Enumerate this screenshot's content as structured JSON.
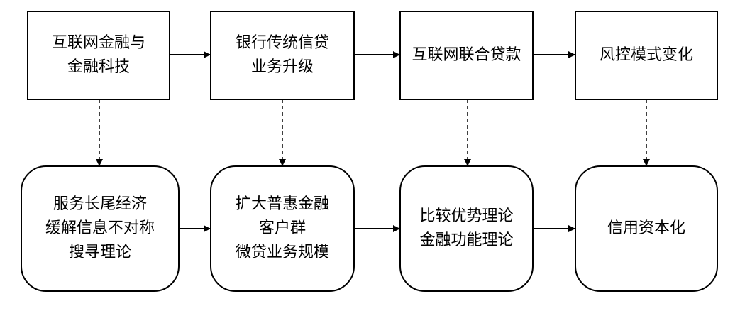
{
  "top_row": [
    {
      "lines": [
        "互联网金融与",
        "金融科技"
      ]
    },
    {
      "lines": [
        "银行传统信贷",
        "业务升级"
      ]
    },
    {
      "lines": [
        "互联网联合贷款"
      ]
    },
    {
      "lines": [
        "风控模式变化"
      ]
    }
  ],
  "bottom_row": [
    {
      "lines": [
        "服务长尾经济",
        "缓解信息不对称",
        "搜寻理论"
      ]
    },
    {
      "lines": [
        "扩大普惠金融",
        "客户群",
        "微贷业务规模"
      ]
    },
    {
      "lines": [
        "比较优势理论",
        "金融功能理论"
      ]
    },
    {
      "lines": [
        "信用资本化"
      ]
    }
  ]
}
